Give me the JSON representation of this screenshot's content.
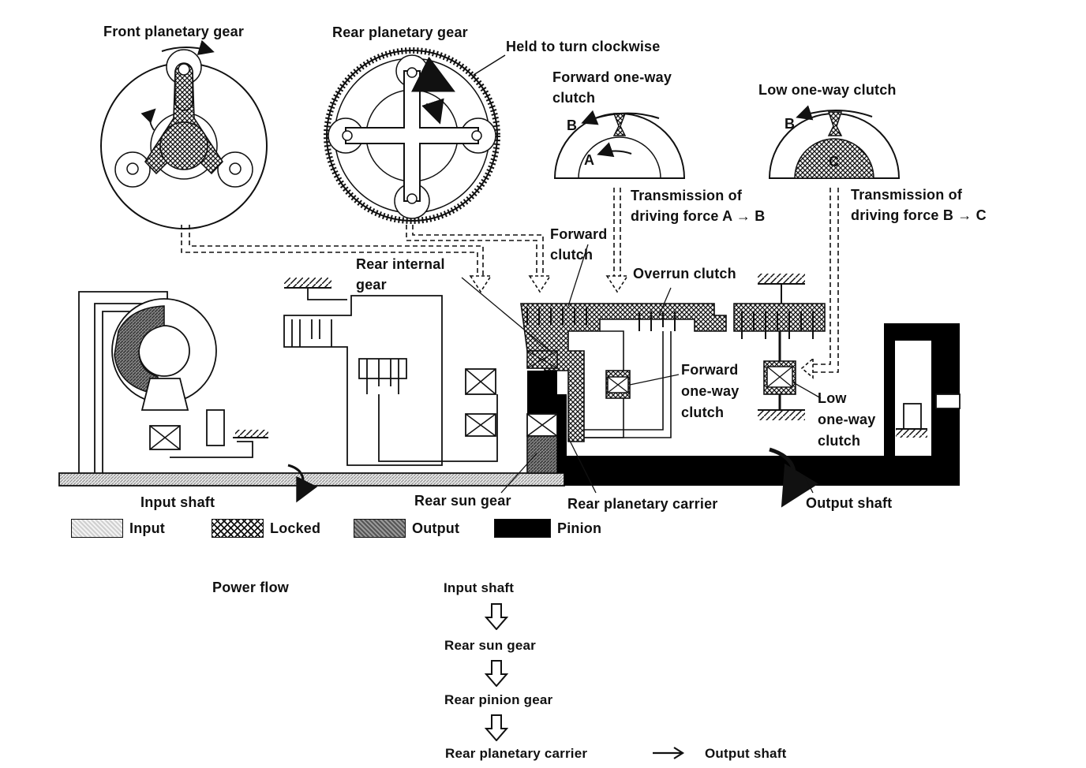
{
  "labels": {
    "front_planetary_gear": "Front planetary gear",
    "rear_planetary_gear": "Rear planetary gear",
    "held_clockwise": "Held to turn clockwise",
    "forward_oneway_clutch_top_1": "Forward one-way",
    "forward_oneway_clutch_top_2": "clutch",
    "low_oneway_clutch_top": "Low one-way clutch",
    "letter_b1": "B",
    "letter_a": "A",
    "letter_b2": "B",
    "letter_c": "C",
    "transmission_ab_1": "Transmission of",
    "transmission_ab_2": "driving force A → B",
    "transmission_bc_1": "Transmission of",
    "transmission_bc_2": "driving force B → C",
    "forward_clutch_1": "Forward",
    "forward_clutch_2": "clutch",
    "rear_internal_gear_1": "Rear internal",
    "rear_internal_gear_2": "gear",
    "overrun_clutch": "Overrun clutch",
    "forward_oneway_clutch_mid_1": "Forward",
    "forward_oneway_clutch_mid_2": "one-way",
    "forward_oneway_clutch_mid_3": "clutch",
    "low_oneway_clutch_mid_1": "Low",
    "low_oneway_clutch_mid_2": "one-way",
    "low_oneway_clutch_mid_3": "clutch",
    "input_shaft": "Input shaft",
    "rear_sun_gear": "Rear sun gear",
    "rear_planetary_carrier": "Rear planetary carrier",
    "output_shaft": "Output shaft"
  },
  "legend": {
    "input": "Input",
    "locked": "Locked",
    "output": "Output",
    "pinion": "Pinion"
  },
  "power_flow": {
    "title": "Power flow",
    "steps": [
      "Input shaft",
      "Rear sun gear",
      "Rear pinion gear",
      "Rear planetary carrier"
    ],
    "final": "Output shaft"
  }
}
